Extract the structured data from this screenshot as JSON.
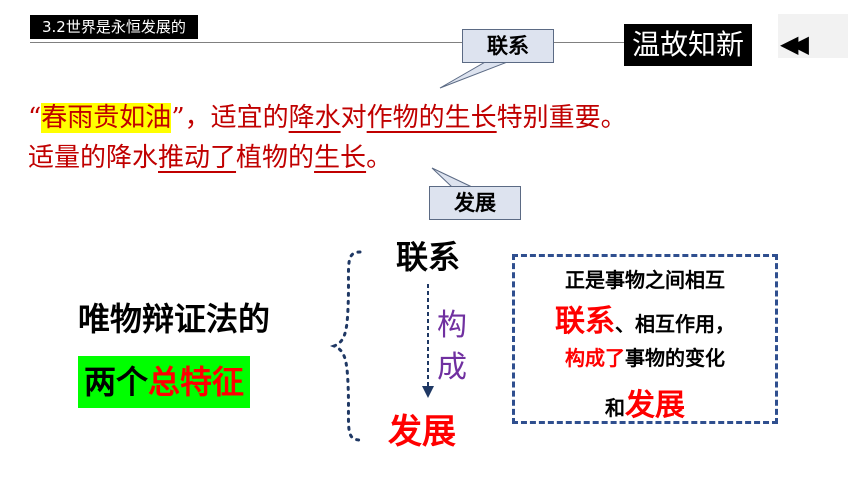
{
  "header": {
    "lesson_tag": "3.2世界是永恒发展的",
    "review_badge": "温故知新"
  },
  "callouts": {
    "lianxi": "联系",
    "fazhan": "发展"
  },
  "sentence": {
    "open_quote": "“",
    "quote_text": "春雨贵如油",
    "close_quote": "”，",
    "l1_a": "适宜的",
    "l1_ul1": "降水",
    "l1_b": "对",
    "l1_ul2": "作物的生长",
    "l1_c": "特别重要。",
    "l2_a": "适量的降水",
    "l2_ul1": "推动了",
    "l2_b": "植物的",
    "l2_ul2": "生长",
    "l2_c": "。"
  },
  "left_block": {
    "topic": "唯物辩证法的",
    "features_a": "两个",
    "features_b": "总特征"
  },
  "flow": {
    "top": "联系",
    "verb_1": "构",
    "verb_2": "成",
    "bottom": "发展"
  },
  "explanation": {
    "line1": "正是事物之间相互",
    "line2_big": "联系",
    "line2_rest": "、相互作用，",
    "line3_red": "构成了",
    "line3_rest": "事物的变化",
    "line4_a": "和",
    "line4_big": "发展"
  },
  "colors": {
    "accent_red": "#ff0000",
    "sentence_red": "#c00000",
    "highlight_green": "#00ff00",
    "highlight_yellow": "#ffff00",
    "callout_fill": "#dde3ef",
    "dashed_border": "#2f4f8f",
    "verb_purple": "#7030a0"
  }
}
